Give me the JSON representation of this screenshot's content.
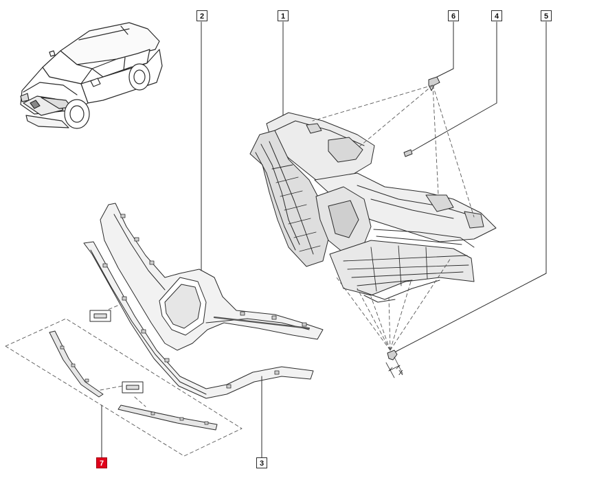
{
  "diagram": {
    "callouts": [
      {
        "id": "2",
        "highlight": false
      },
      {
        "id": "1",
        "highlight": false
      },
      {
        "id": "6",
        "highlight": false
      },
      {
        "id": "4",
        "highlight": false
      },
      {
        "id": "5",
        "highlight": false
      },
      {
        "id": "7",
        "highlight": true
      },
      {
        "id": "3",
        "highlight": false
      }
    ],
    "dimension_label": "X",
    "colors": {
      "line": "#2a2a2a",
      "highlight": "#e0001a",
      "part_fill": "#d8d8d8",
      "dashed": "#555555"
    }
  }
}
